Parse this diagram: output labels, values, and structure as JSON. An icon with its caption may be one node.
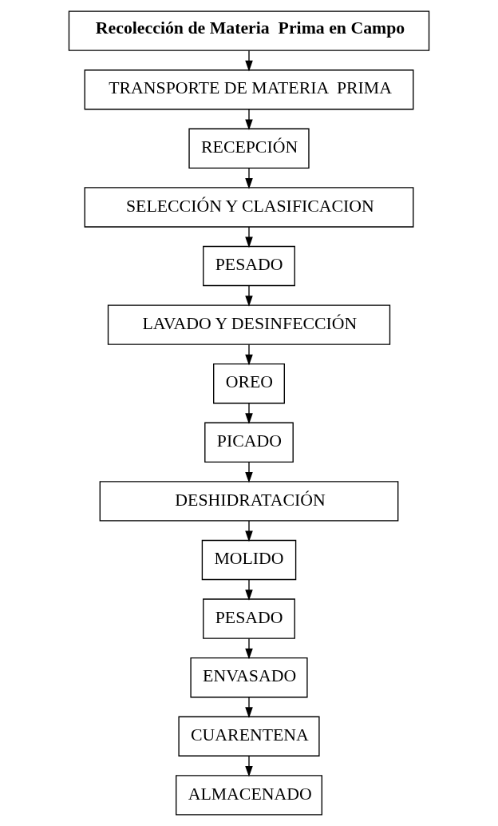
{
  "diagram": {
    "nodes": [
      {
        "text": [
          "Recolección de Materia  Prima en Campo"
        ]
      },
      {
        "text": [
          "TRANSPORTE DE MATERIA  PRIMA"
        ]
      },
      {
        "text": [
          "RECEPCIÓN"
        ]
      },
      {
        "text": [
          "SELECCIÓN Y CLASIFICACION"
        ]
      },
      {
        "text": [
          "PESADO"
        ]
      },
      {
        "text": [
          "LAVADO Y DESINFECCIÓN"
        ]
      },
      {
        "text": [
          "OREO"
        ]
      },
      {
        "text": [
          "PICADO"
        ]
      },
      {
        "text": [
          "DESHIDRATACIÓN"
        ]
      },
      {
        "text": [
          "MOLIDO"
        ]
      },
      {
        "text": [
          "PESADO"
        ]
      },
      {
        "text": [
          "ENVASADO"
        ]
      },
      {
        "text": [
          "CUARENTENA"
        ]
      },
      {
        "text": [
          "ALMACENADO"
        ]
      }
    ],
    "edges": [
      {
        "from": 0,
        "to": 1,
        "arrow": "to"
      },
      {
        "from": 1,
        "to": 2,
        "arrow": "to"
      },
      {
        "from": 2,
        "to": 3,
        "arrow": "to"
      },
      {
        "from": 3,
        "to": 4,
        "arrow": "to"
      },
      {
        "from": 4,
        "to": 5,
        "arrow": "to"
      },
      {
        "from": 5,
        "to": 6,
        "arrow": "to"
      },
      {
        "from": 6,
        "to": 7,
        "arrow": "to"
      },
      {
        "from": 7,
        "to": 8,
        "arrow": "to"
      },
      {
        "from": 8,
        "to": 9,
        "arrow": "to"
      },
      {
        "from": 9,
        "to": 10,
        "arrow": "to"
      },
      {
        "from": 10,
        "to": 11,
        "arrow": "to"
      },
      {
        "from": 11,
        "to": 12,
        "arrow": "to"
      },
      {
        "from": 12,
        "to": 13,
        "arrow": "to"
      }
    ]
  }
}
